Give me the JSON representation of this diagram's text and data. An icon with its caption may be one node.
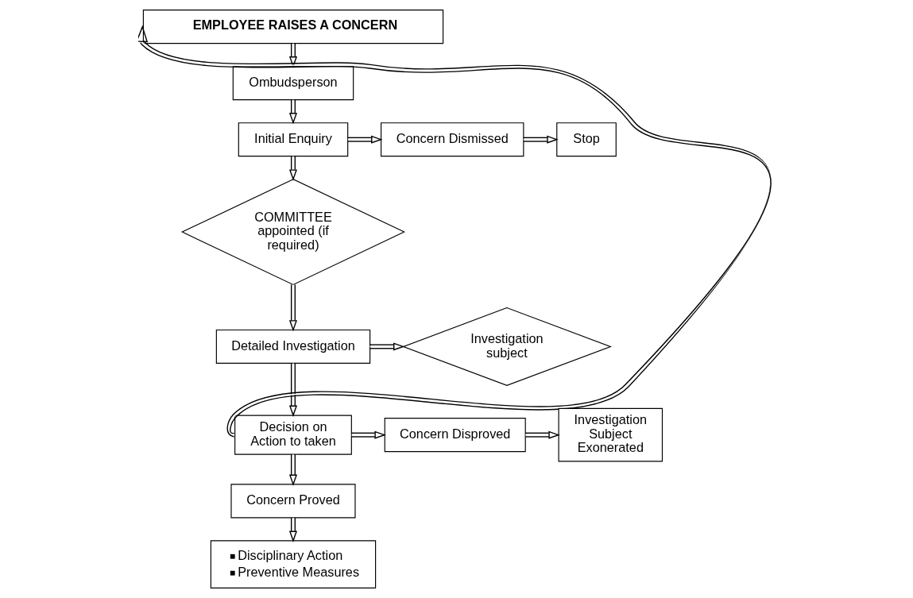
{
  "diagram": {
    "nodes": [
      {
        "text": [
          "EMPLOYEE RAISES A CONCERN"
        ]
      },
      {
        "text": [
          "Ombudsperson"
        ]
      },
      {
        "text": [
          "Initial Enquiry"
        ]
      },
      {
        "text": [
          "Concern Dismissed"
        ]
      },
      {
        "text": [
          "Stop"
        ]
      },
      {
        "text": [
          "COMMITTEE appointed (if required)"
        ]
      },
      {
        "text": [
          "Detailed Investigation"
        ]
      },
      {
        "text": [
          "Investigation subject"
        ]
      },
      {
        "text": [
          "Decision on Action to taken"
        ]
      },
      {
        "text": [
          "Concern Disproved"
        ]
      },
      {
        "text": [
          "Investigation Subject Exonerated"
        ]
      },
      {
        "text": [
          "Concern Proved"
        ]
      },
      {
        "text": [
          "Disciplinary Action",
          "Preventive Measures"
        ]
      }
    ],
    "edges": [
      {
        "from": 0,
        "to": 1,
        "arrow": "to"
      },
      {
        "from": 1,
        "to": 2,
        "arrow": "to"
      },
      {
        "from": 2,
        "to": 3,
        "arrow": "to"
      },
      {
        "from": 3,
        "to": 4,
        "arrow": "to"
      },
      {
        "from": 2,
        "to": 5,
        "arrow": "to"
      },
      {
        "from": 5,
        "to": 6,
        "arrow": "to"
      },
      {
        "from": 6,
        "to": 7,
        "arrow": "to"
      },
      {
        "from": 6,
        "to": 8,
        "arrow": "to"
      },
      {
        "from": 8,
        "to": 9,
        "arrow": "to"
      },
      {
        "from": 9,
        "to": 10,
        "arrow": "to"
      },
      {
        "from": 8,
        "to": 11,
        "arrow": "to"
      },
      {
        "from": 11,
        "to": 12,
        "arrow": "to"
      },
      {
        "from": 8,
        "to": 0,
        "arrow": "to"
      }
    ]
  }
}
